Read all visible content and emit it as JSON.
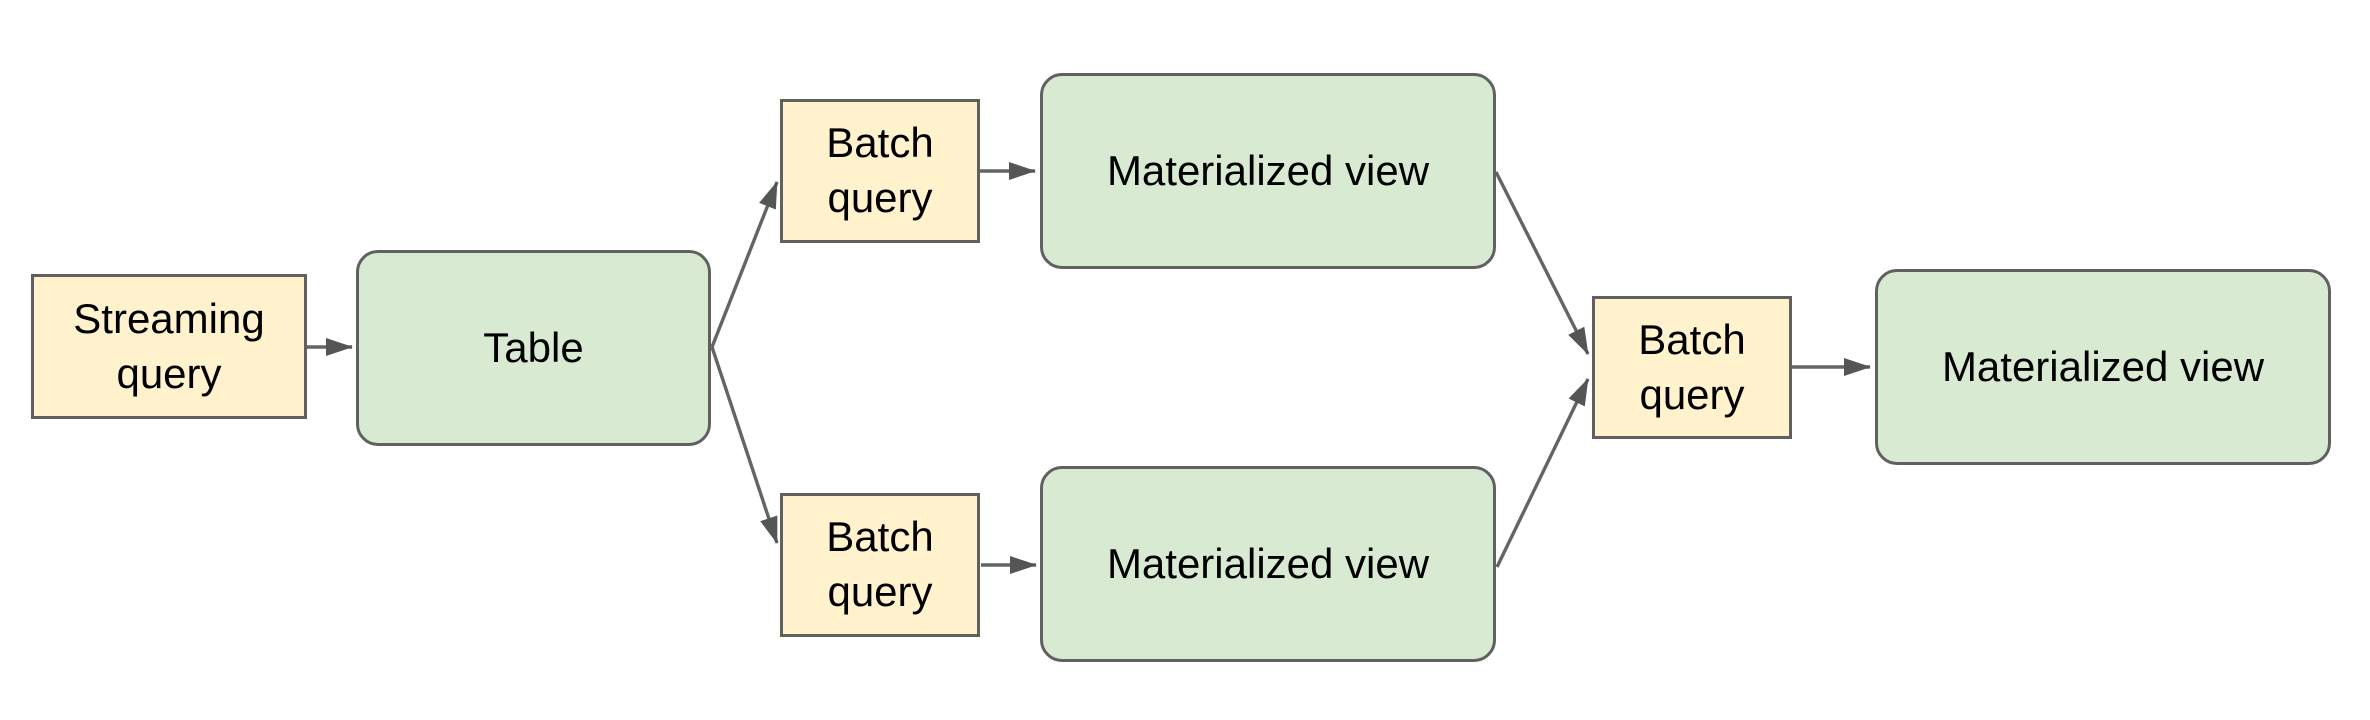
{
  "diagram": {
    "background_color": "#ffffff",
    "palette": {
      "query_box_fill": "#fff2cc",
      "view_box_fill": "#d9ead3",
      "box_border_color": "#606060",
      "arrow_color": "#646464",
      "arrowhead_color": "#555555",
      "text_color": "#000000"
    },
    "nodes": {
      "streaming_query": {
        "label": "Streaming query",
        "kind": "query"
      },
      "table": {
        "label": "Table",
        "kind": "view"
      },
      "batch_query_top": {
        "label": "Batch query",
        "kind": "query"
      },
      "materialized_view_top": {
        "label": "Materialized view",
        "kind": "view"
      },
      "batch_query_bottom": {
        "label": "Batch query",
        "kind": "query"
      },
      "materialized_view_bottom": {
        "label": "Materialized view",
        "kind": "view"
      },
      "batch_query_join": {
        "label": "Batch query",
        "kind": "query"
      },
      "materialized_view_final": {
        "label": "Materialized view",
        "kind": "view"
      }
    },
    "edges": [
      {
        "from": "streaming_query",
        "to": "table"
      },
      {
        "from": "table",
        "to": "batch_query_top"
      },
      {
        "from": "table",
        "to": "batch_query_bottom"
      },
      {
        "from": "batch_query_top",
        "to": "materialized_view_top"
      },
      {
        "from": "batch_query_bottom",
        "to": "materialized_view_bottom"
      },
      {
        "from": "materialized_view_top",
        "to": "batch_query_join"
      },
      {
        "from": "materialized_view_bottom",
        "to": "batch_query_join"
      },
      {
        "from": "batch_query_join",
        "to": "materialized_view_final"
      }
    ]
  }
}
